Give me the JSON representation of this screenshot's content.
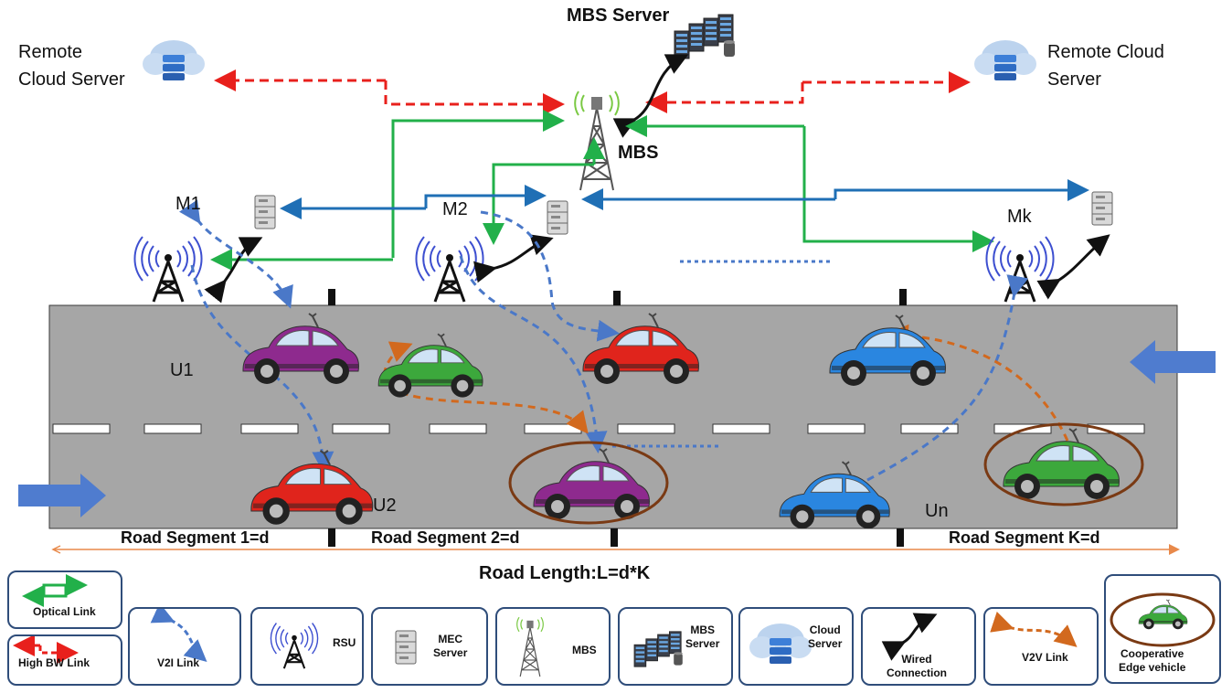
{
  "labels": {
    "remote_cloud_left": "Remote\nCloud Server",
    "remote_cloud_right": "Remote Cloud\nServer",
    "mbs_server": "MBS Server",
    "mbs": "MBS",
    "m1": "M1",
    "m2": "M2",
    "mk": "Mk",
    "u1": "U1",
    "u2": "U2",
    "un": "Un",
    "seg1": "Road Segment 1=d",
    "seg2": "Road Segment 2=d",
    "segk": "Road Segment K=d",
    "road_length": "Road Length:L=d*K"
  },
  "legend": {
    "optical": "Optical Link",
    "high_bw": "High BW Link",
    "v2i": "V2I Link",
    "rsu": "RSU",
    "mec": "MEC\nServer",
    "mbs": "MBS",
    "mbs_server": "MBS\nServer",
    "cloud": "Cloud\nServer",
    "wired": "Wired\nConnection",
    "v2v": "V2V Link",
    "coop": "Cooperative\nEdge vehicle"
  },
  "colors": {
    "optical": "#22b04a",
    "high_bw": "#e8201c",
    "v2i": "#4a78c8",
    "v2v": "#d2691e",
    "blue_link": "#1f6fb5",
    "road": "#a6a6a6",
    "coop_ring": "#7a3a14",
    "arrow_blue": "#4f7ccf"
  }
}
